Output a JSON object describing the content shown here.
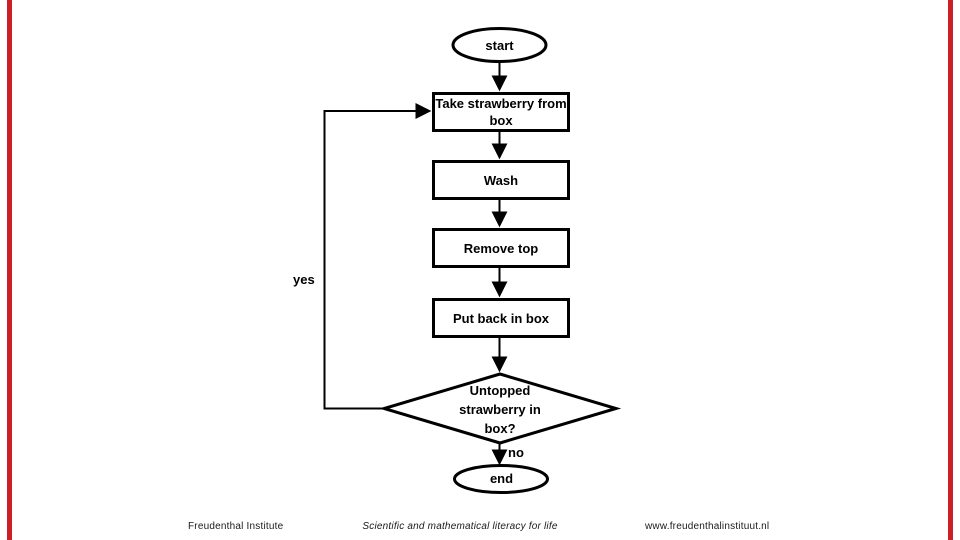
{
  "slide": {
    "background": "#ffffff",
    "accent_color": "#cc2026",
    "line_color": "#000000"
  },
  "flowchart": {
    "start": {
      "label": "start",
      "type": "terminator"
    },
    "step_take": {
      "label": "Take strawberry from box",
      "lines": [
        "Take strawberry",
        "from box"
      ],
      "type": "process"
    },
    "step_wash": {
      "label": "Wash",
      "type": "process"
    },
    "step_remove": {
      "label": "Remove top",
      "type": "process"
    },
    "step_putback": {
      "label": "Put back in box",
      "type": "process"
    },
    "decision": {
      "label": "Untopped strawberry in box?",
      "lines": [
        "Untopped",
        "strawberry in",
        "box?"
      ],
      "type": "decision"
    },
    "end": {
      "label": "end",
      "type": "terminator"
    },
    "branch_yes": "yes",
    "branch_no": "no"
  },
  "footer": {
    "left": "Freudenthal Institute",
    "center": "Scientific and mathematical literacy for life",
    "right": "www.freudenthalinstituut.nl"
  }
}
